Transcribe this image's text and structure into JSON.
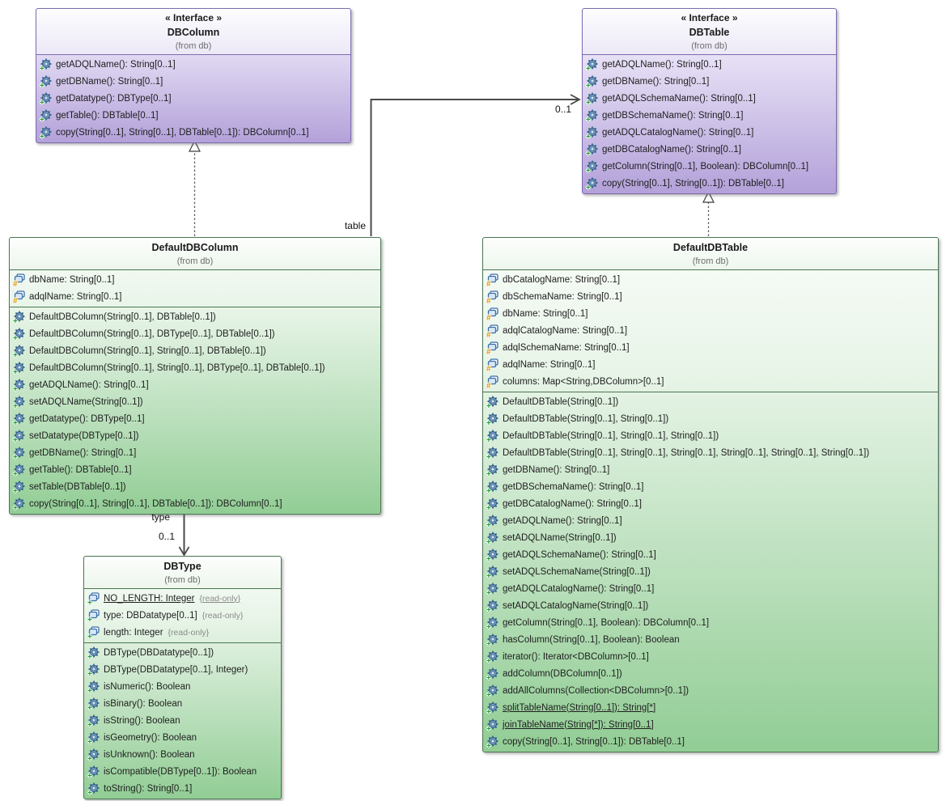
{
  "classes": {
    "dbcolumn": {
      "stereotype": "« Interface »",
      "name": "DBColumn",
      "from": "(from db)",
      "operations": [
        {
          "text": "getADQLName(): String[0..1]"
        },
        {
          "text": "getDBName(): String[0..1]"
        },
        {
          "text": "getDatatype(): DBType[0..1]"
        },
        {
          "text": "getTable(): DBTable[0..1]"
        },
        {
          "text": "copy(String[0..1], String[0..1], DBTable[0..1]): DBColumn[0..1]"
        }
      ]
    },
    "dbtable": {
      "stereotype": "« Interface »",
      "name": "DBTable",
      "from": "(from db)",
      "operations": [
        {
          "text": "getADQLName(): String[0..1]"
        },
        {
          "text": "getDBName(): String[0..1]"
        },
        {
          "text": "getADQLSchemaName(): String[0..1]"
        },
        {
          "text": "getDBSchemaName(): String[0..1]"
        },
        {
          "text": "getADQLCatalogName(): String[0..1]"
        },
        {
          "text": "getDBCatalogName(): String[0..1]"
        },
        {
          "text": "getColumn(String[0..1], Boolean): DBColumn[0..1]"
        },
        {
          "text": "copy(String[0..1], String[0..1]): DBTable[0..1]"
        }
      ]
    },
    "defaultdbcolumn": {
      "name": "DefaultDBColumn",
      "from": "(from db)",
      "attributes": [
        {
          "text": "dbName: String[0..1]"
        },
        {
          "text": "adqlName: String[0..1]"
        }
      ],
      "operations": [
        {
          "text": "DefaultDBColumn(String[0..1], DBTable[0..1])"
        },
        {
          "text": "DefaultDBColumn(String[0..1], DBType[0..1], DBTable[0..1])"
        },
        {
          "text": "DefaultDBColumn(String[0..1], String[0..1], DBTable[0..1])"
        },
        {
          "text": "DefaultDBColumn(String[0..1], String[0..1], DBType[0..1], DBTable[0..1])"
        },
        {
          "text": "getADQLName(): String[0..1]"
        },
        {
          "text": "setADQLName(String[0..1])"
        },
        {
          "text": "getDatatype(): DBType[0..1]"
        },
        {
          "text": "setDatatype(DBType[0..1])"
        },
        {
          "text": "getDBName(): String[0..1]"
        },
        {
          "text": "getTable(): DBTable[0..1]"
        },
        {
          "text": "setTable(DBTable[0..1])"
        },
        {
          "text": "copy(String[0..1], String[0..1], DBTable[0..1]): DBColumn[0..1]"
        }
      ]
    },
    "defaultdbtable": {
      "name": "DefaultDBTable",
      "from": "(from db)",
      "attributes": [
        {
          "text": "dbCatalogName: String[0..1]"
        },
        {
          "text": "dbSchemaName: String[0..1]"
        },
        {
          "text": "dbName: String[0..1]"
        },
        {
          "text": "adqlCatalogName: String[0..1]"
        },
        {
          "text": "adqlSchemaName: String[0..1]"
        },
        {
          "text": "adqlName: String[0..1]"
        },
        {
          "text": "columns: Map<String,DBColumn>[0..1]"
        }
      ],
      "operations": [
        {
          "text": "DefaultDBTable(String[0..1])"
        },
        {
          "text": "DefaultDBTable(String[0..1], String[0..1])"
        },
        {
          "text": "DefaultDBTable(String[0..1], String[0..1], String[0..1])"
        },
        {
          "text": "DefaultDBTable(String[0..1], String[0..1], String[0..1], String[0..1], String[0..1], String[0..1])"
        },
        {
          "text": "getDBName(): String[0..1]"
        },
        {
          "text": "getDBSchemaName(): String[0..1]"
        },
        {
          "text": "getDBCatalogName(): String[0..1]"
        },
        {
          "text": "getADQLName(): String[0..1]"
        },
        {
          "text": "setADQLName(String[0..1])"
        },
        {
          "text": "getADQLSchemaName(): String[0..1]"
        },
        {
          "text": "setADQLSchemaName(String[0..1])"
        },
        {
          "text": "getADQLCatalogName(): String[0..1]"
        },
        {
          "text": "setADQLCatalogName(String[0..1])"
        },
        {
          "text": "getColumn(String[0..1], Boolean): DBColumn[0..1]"
        },
        {
          "text": "hasColumn(String[0..1], Boolean): Boolean"
        },
        {
          "text": "iterator(): Iterator<DBColumn>[0..1]"
        },
        {
          "text": "addColumn(DBColumn[0..1])"
        },
        {
          "text": "addAllColumns(Collection<DBColumn>[0..1])"
        },
        {
          "text": "splitTableName(String[0..1]): String[*]",
          "static": true
        },
        {
          "text": "joinTableName(String[*]): String[0..1]",
          "static": true
        },
        {
          "text": "copy(String[0..1], String[0..1]): DBTable[0..1]"
        }
      ]
    },
    "dbtype": {
      "name": "DBType",
      "from": "(from db)",
      "attributes": [
        {
          "text": "NO_LENGTH: Integer",
          "note": "{read-only}",
          "static": true
        },
        {
          "text": "type: DBDatatype[0..1]",
          "note": "{read-only}"
        },
        {
          "text": "length: Integer",
          "note": "{read-only}"
        }
      ],
      "operations": [
        {
          "text": "DBType(DBDatatype[0..1])"
        },
        {
          "text": "DBType(DBDatatype[0..1], Integer)"
        },
        {
          "text": "isNumeric(): Boolean"
        },
        {
          "text": "isBinary(): Boolean"
        },
        {
          "text": "isString(): Boolean"
        },
        {
          "text": "isGeometry(): Boolean"
        },
        {
          "text": "isUnknown(): Boolean"
        },
        {
          "text": "isCompatible(DBType[0..1]): Boolean"
        },
        {
          "text": "toString(): String[0..1]"
        }
      ]
    }
  },
  "edges": {
    "table": {
      "label": "table",
      "mult": "0..1"
    },
    "type": {
      "label": "type",
      "mult": "0..1"
    }
  },
  "colors": {
    "purple_border": "#7d6bb0",
    "purple_fill_bottom": "#b3a1d9",
    "green_border": "#4a7751",
    "green_fill_bottom": "#92cd95",
    "line": "#4a4a4a"
  }
}
